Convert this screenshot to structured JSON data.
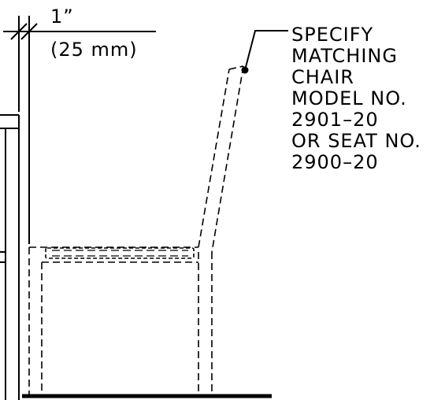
{
  "dimension": {
    "imperial": "1”",
    "metric": "(25 mm)"
  },
  "note": {
    "lines": [
      "SPECIFY",
      "MATCHING",
      "CHAIR",
      "MODEL NO.",
      "2901–20",
      "OR SEAT NO.",
      "2900–20"
    ]
  }
}
